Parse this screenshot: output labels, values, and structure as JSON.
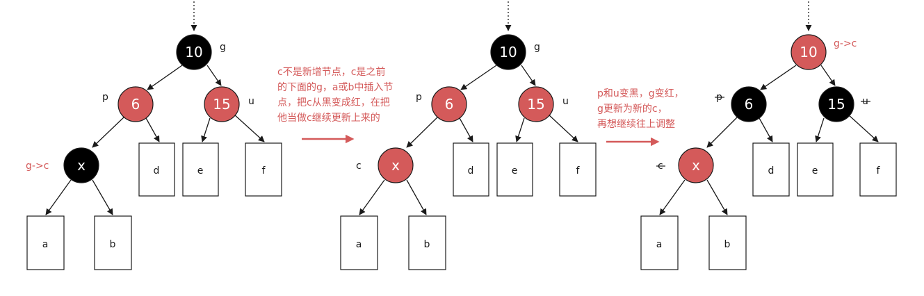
{
  "colors": {
    "red": "#d45a5a",
    "black": "#000000",
    "line": "#1a1a1a"
  },
  "nodes": {
    "g": "10",
    "p": "6",
    "u": "15",
    "x": "x"
  },
  "leaves": {
    "a": "a",
    "b": "b",
    "d": "d",
    "e": "e",
    "f": "f"
  },
  "tags": {
    "g": "g",
    "p": "p",
    "u": "u",
    "c": "c",
    "g_to_c": "g->c"
  },
  "panels": [
    {
      "g_color": "black",
      "p_color": "red",
      "u_color": "red",
      "x_color": "black"
    },
    {
      "g_color": "black",
      "p_color": "red",
      "u_color": "red",
      "x_color": "red"
    },
    {
      "g_color": "red",
      "p_color": "black",
      "u_color": "black",
      "x_color": "red"
    }
  ],
  "notes": {
    "step1": [
      "c不是新增节点，c是之前",
      "的下面的g，a或b中插入节",
      "点，把c从黑变成红，在把",
      "他当做c继续更新上来的"
    ],
    "step2": [
      "p和u变黑，g变红，",
      "g更新为新的c，",
      "再想继续往上调整"
    ]
  }
}
